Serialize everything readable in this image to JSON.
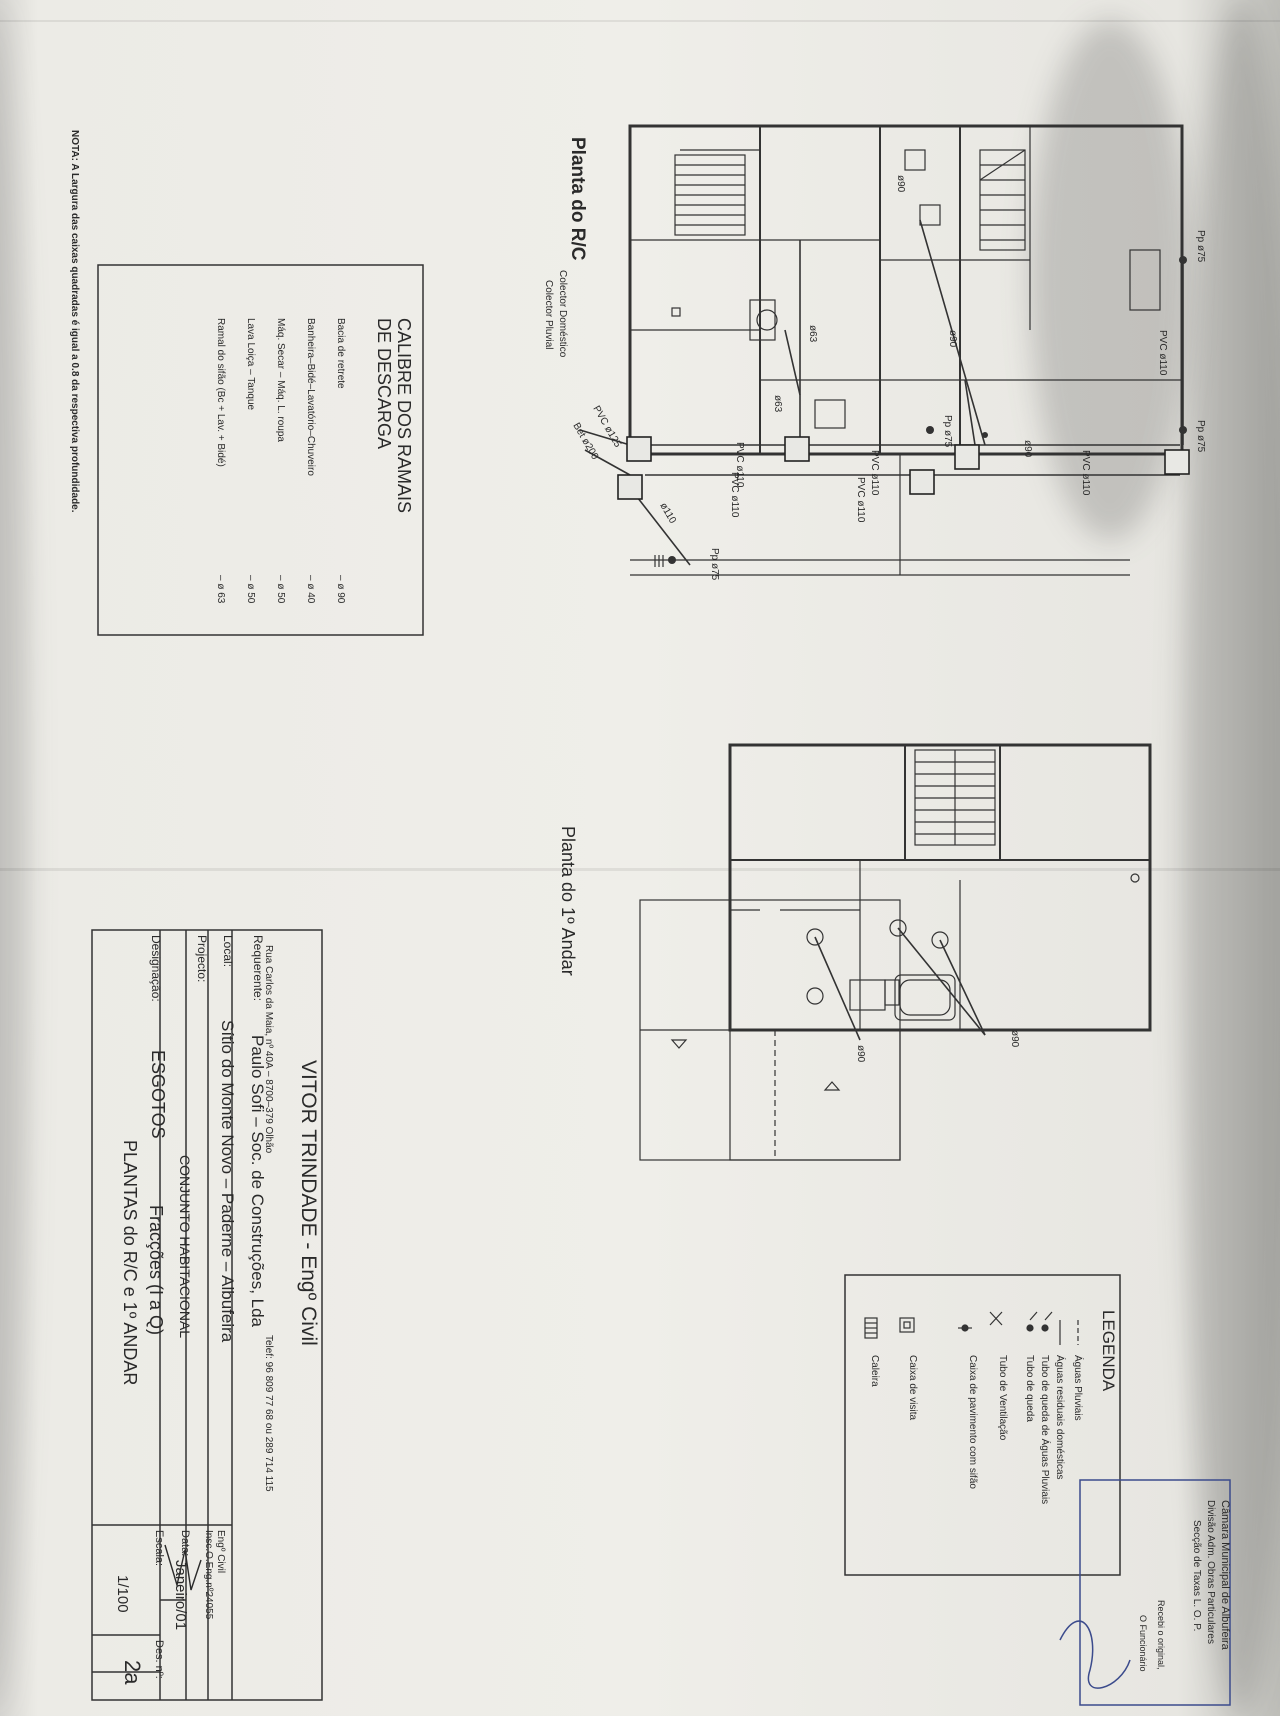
{
  "drawing": {
    "ground_floor": {
      "title": "Planta do R/C",
      "pipes": [
        "PVC ø110",
        "PVC ø110",
        "PVC ø110",
        "PVC ø110",
        "PVC ø110",
        "PVC ø110",
        "PVC ø125",
        "Bet ø200",
        "ø110"
      ],
      "downpipes": [
        "Pp ø75",
        "Pp ø75",
        "Pp ø75",
        "Pp ø75"
      ],
      "branches": [
        "ø90",
        "ø90",
        "ø90",
        "ø63",
        "ø63"
      ],
      "collectors": [
        "Colector Doméstico",
        "Colector Pluvial"
      ]
    },
    "first_floor": {
      "title": "Planta do 1º Andar",
      "branches": [
        "ø90",
        "ø90"
      ]
    },
    "calibre": {
      "title_line1": "CALIBRE DOS RAMAIS",
      "title_line2": "DE DESCARGA",
      "rows": [
        {
          "label": "Bacia de retrete",
          "value": "– ø 90"
        },
        {
          "label": "Banheira–Bidé–Lavatório–Chuveiro",
          "value": "– ø 40"
        },
        {
          "label": "Máq. Secar – Máq. L. roupa",
          "value": "– ø 50"
        },
        {
          "label": "Lava Loiça – Tanque",
          "value": "– ø 50"
        },
        {
          "label": "Ramal do sifão (Bc + Lav. + Bidé)",
          "value": "– ø 63"
        }
      ]
    },
    "note": "NOTA: A Largura das caixas quadradas é igual a 0.8 da respectiva profundidade."
  },
  "legend": {
    "title": "LEGENDA",
    "items": [
      {
        "symbol": "line-dash",
        "label": "Águas Pluviais"
      },
      {
        "symbol": "line-solid",
        "label": "Águas residuais domésticas"
      },
      {
        "symbol": "downpipe-rain",
        "label": "Tubo de queda de Águas Pluviais"
      },
      {
        "symbol": "downpipe",
        "label": "Tubo de queda"
      },
      {
        "symbol": "vent-pipe",
        "label": "Tubo de Ventilação"
      },
      {
        "symbol": "floor-box",
        "label": "Caixa de pavimento com sifão"
      },
      {
        "symbol": "inspection-box",
        "label": "Caixa de visita"
      },
      {
        "symbol": "gutter",
        "label": "Caleira"
      }
    ]
  },
  "stamp": {
    "line1": "Câmara Municipal de Albufeira",
    "line2": "Divisão Adm. Obras Particulares",
    "line3": "Secção de Taxas L. O. P.",
    "received": "Recebi o original,",
    "official": "O Funcionário"
  },
  "title_block": {
    "engineer": "VITOR TRINDADE - Engº Civil",
    "address": "Rua Carlos da Maia, nº 40A – 8700–379 Olhão",
    "phone": "Telef: 96 809 77 68 ou 289 714 115",
    "requerente_label": "Requerente:",
    "requerente": "Paulo Sofi – Soc. de Construções, Lda",
    "local_label": "Local:",
    "local": "Sítio do Monte Novo – Paderne – Albufeira",
    "projecto_label": "Projecto:",
    "projecto": "CONJUNTO HABITACIONAL",
    "designacao_label": "Designação:",
    "designacao_1": "ESGOTOS",
    "designacao_2": "Fracções (I a Q)",
    "designacao_3": "PLANTAS do R/C e 1º ANDAR",
    "eng_label": "Engº Civil",
    "insc": "Insc.O.Eng.nº24055",
    "data_label": "Data:",
    "data": "Janeiro/01",
    "escala_label": "Escala:",
    "escala": "1/100",
    "des_label": "Des. nº:",
    "des": "2a"
  }
}
